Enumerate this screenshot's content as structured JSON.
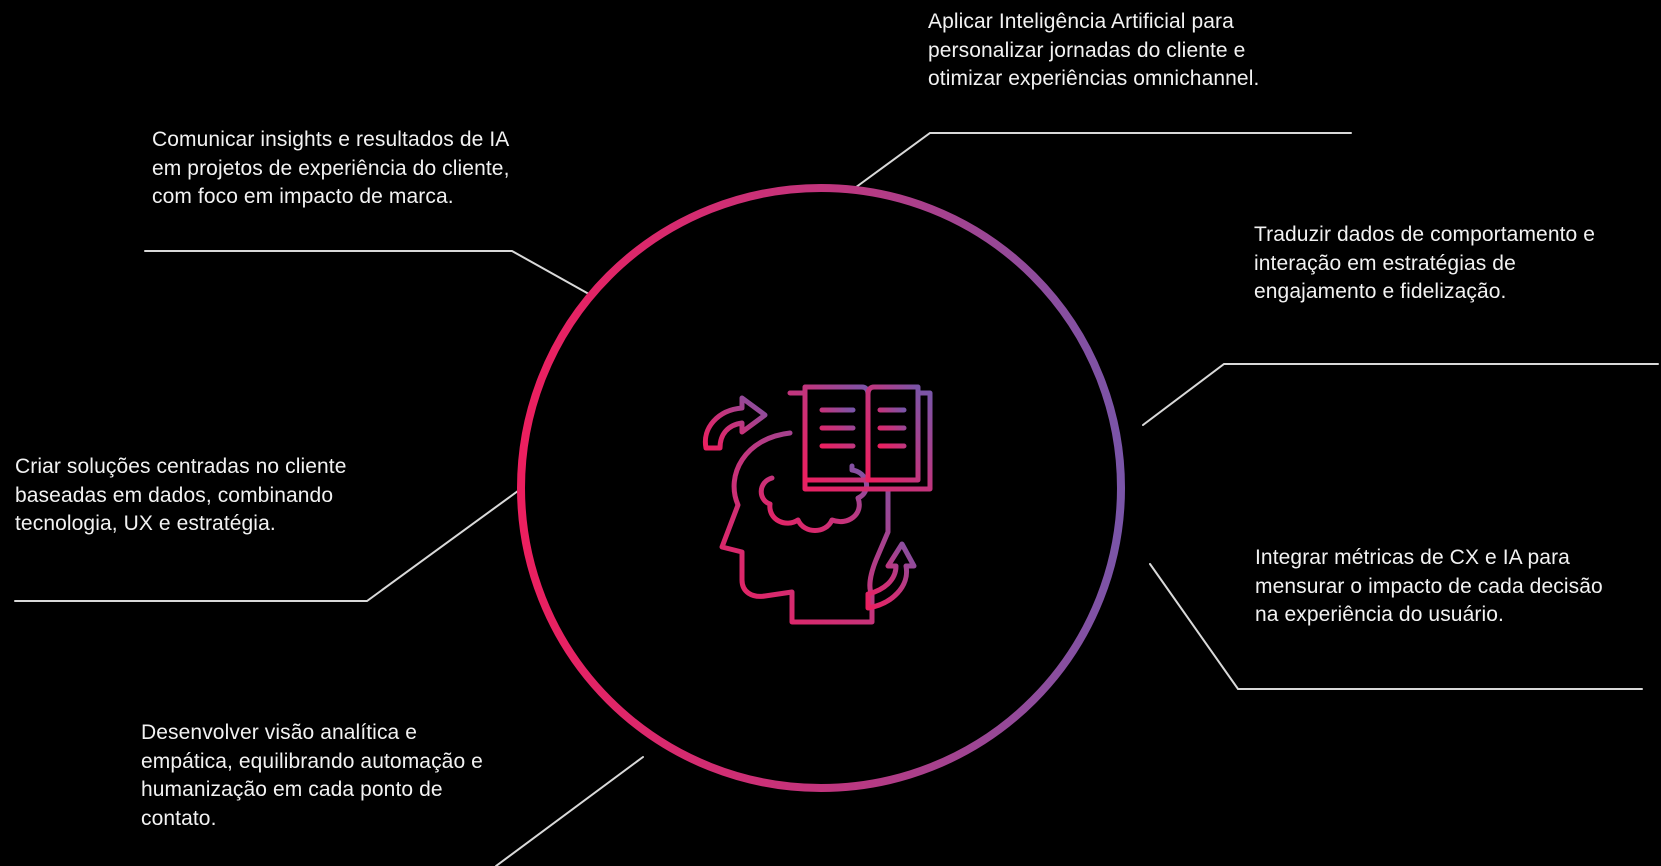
{
  "colors": {
    "background": "#000000",
    "text": "#f2f2f2",
    "connector": "#d9d9d9",
    "gradient_start": "#ec1f5f",
    "gradient_mid": "#c2357d",
    "gradient_end": "#7a55a8"
  },
  "center": {
    "icon": "head-with-book-icon"
  },
  "callouts": [
    {
      "id": "ai-personalization",
      "lines": [
        "Aplicar Inteligência Artificial para",
        "personalizar jornadas do cliente e",
        "otimizar experiências omnichannel."
      ]
    },
    {
      "id": "communicate-insights",
      "lines": [
        "Comunicar insights e resultados de IA",
        "em projetos de experiência do cliente,",
        "com foco em impacto de marca."
      ]
    },
    {
      "id": "translate-data",
      "lines": [
        "Traduzir dados de comportamento e",
        "interação em estratégias de",
        "engajamento e fidelização."
      ]
    },
    {
      "id": "customer-centric",
      "lines": [
        "Criar soluções centradas no cliente",
        "baseadas em dados, combinando",
        "tecnologia, UX e estratégia."
      ]
    },
    {
      "id": "integrate-metrics",
      "lines": [
        "Integrar métricas de CX e IA para",
        "mensurar o impacto de cada decisão",
        "na experiência do usuário."
      ]
    },
    {
      "id": "analytical-vision",
      "lines": [
        "Desenvolver visão analítica e",
        "empática, equilibrando automação e",
        "humanização em cada ponto de",
        "contato."
      ]
    }
  ]
}
